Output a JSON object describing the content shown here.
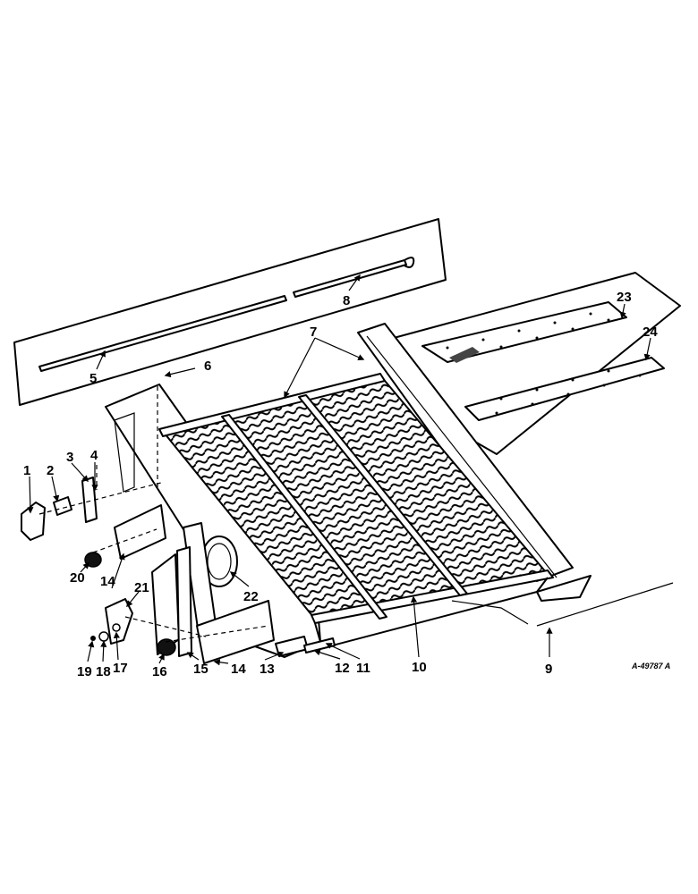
{
  "figure": {
    "drawing_code": "A-49787 A"
  },
  "callouts": [
    {
      "id": "c1",
      "label": "1"
    },
    {
      "id": "c2",
      "label": "2"
    },
    {
      "id": "c3",
      "label": "3"
    },
    {
      "id": "c4",
      "label": "4"
    },
    {
      "id": "c5",
      "label": "5"
    },
    {
      "id": "c6",
      "label": "6"
    },
    {
      "id": "c7",
      "label": "7"
    },
    {
      "id": "c8",
      "label": "8"
    },
    {
      "id": "c9",
      "label": "9"
    },
    {
      "id": "c10",
      "label": "10"
    },
    {
      "id": "c11",
      "label": "11"
    },
    {
      "id": "c12",
      "label": "12"
    },
    {
      "id": "c13",
      "label": "13"
    },
    {
      "id": "c14a",
      "label": "14"
    },
    {
      "id": "c14b",
      "label": "14"
    },
    {
      "id": "c15",
      "label": "15"
    },
    {
      "id": "c16",
      "label": "16"
    },
    {
      "id": "c17",
      "label": "17"
    },
    {
      "id": "c18",
      "label": "18"
    },
    {
      "id": "c19",
      "label": "19"
    },
    {
      "id": "c20",
      "label": "20"
    },
    {
      "id": "c21",
      "label": "21"
    },
    {
      "id": "c22",
      "label": "22"
    },
    {
      "id": "c23",
      "label": "23"
    },
    {
      "id": "c24",
      "label": "24"
    }
  ]
}
